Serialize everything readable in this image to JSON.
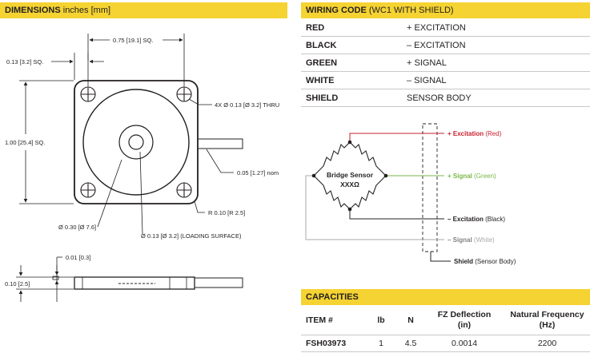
{
  "dimensions": {
    "title": "DIMENSIONS",
    "units": "inches [mm]",
    "labels": {
      "width_sq": "0.75 [19.1] SQ.",
      "corner_sq": "0.13 [3.2] SQ.",
      "height_sq": "1.00 [25.4] SQ.",
      "holes": "4X Ø 0.13 [Ø 3.2] THRU",
      "cable": "0.05 [1.27] nom",
      "radius": "R 0.10 [R 2.5]",
      "outer_dia": "Ø 0.30 [Ø 7.6]",
      "load_dia": "Ø 0.13 [Ø 3.2] (LOADING SURFACE)",
      "protrusion": "0.01 [0.3]",
      "thickness": "0.10 [2.5]"
    }
  },
  "wiring": {
    "title": "WIRING CODE",
    "subtitle": "(WC1 WITH SHIELD)",
    "rows": [
      {
        "color": "RED",
        "function": "+ EXCITATION"
      },
      {
        "color": "BLACK",
        "function": "– EXCITATION"
      },
      {
        "color": "GREEN",
        "function": "+ SIGNAL"
      },
      {
        "color": "WHITE",
        "function": "– SIGNAL"
      },
      {
        "color": "SHIELD",
        "function": "SENSOR BODY"
      }
    ],
    "diagram": {
      "bridge_label": "Bridge Sensor",
      "bridge_value": "XXXΩ",
      "exc_pos": "+ Excitation",
      "exc_pos_color": "(Red)",
      "sig_pos": "+ Signal",
      "sig_pos_color": "(Green)",
      "exc_neg": "– Excitation",
      "exc_neg_color": "(Black)",
      "sig_neg": "– Signal",
      "sig_neg_color": "(White)",
      "shield": "Shield",
      "shield_desc": "(Sensor Body)",
      "colors": {
        "red": "#c8202f",
        "green": "#7ab648",
        "black": "#231f20",
        "white": "#a7a9ac"
      }
    }
  },
  "capacities": {
    "title": "CAPACITIES",
    "headers": {
      "item": "ITEM #",
      "lb": "lb",
      "n": "N",
      "fz_line1": "FZ Deflection",
      "fz_line2": "(in)",
      "freq_line1": "Natural Frequency",
      "freq_line2": "(Hz)"
    },
    "rows": [
      {
        "item": "FSH03973",
        "lb": "1",
        "n": "4.5",
        "deflection": "0.0014",
        "frequency": "2200"
      }
    ]
  },
  "theme": {
    "accent": "#f5d332"
  }
}
